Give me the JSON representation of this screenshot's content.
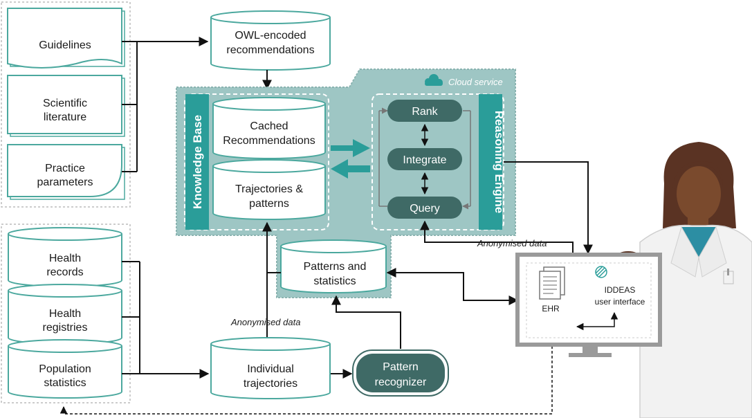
{
  "colors": {
    "teal": "#2a9d99",
    "teal_light": "#5fb5ae",
    "cloud_bg": "#9ec6c4",
    "dark_pill": "#3f6a66",
    "doc_border": "#4ba89e",
    "line": "#111111"
  },
  "sources": {
    "guidelines": "Guidelines",
    "sci_lit": [
      "Scientific",
      "literature"
    ],
    "practice": [
      "Practice",
      "parameters"
    ],
    "health_records": [
      "Health",
      "records"
    ],
    "health_registries": [
      "Health",
      "registries"
    ],
    "population": [
      "Population",
      "statistics"
    ]
  },
  "cloud": {
    "label": "Cloud service",
    "owl": [
      "OWL-encoded",
      "recommendations"
    ],
    "knowledge_base": "Knowledge Base",
    "cached": [
      "Cached",
      "Recommendations"
    ],
    "trajectories": [
      "Trajectories &",
      "patterns"
    ],
    "reasoning_engine": "Reasoning Engine",
    "rank": "Rank",
    "integrate": "Integrate",
    "query": "Query",
    "patterns_stats": [
      "Patterns and",
      "statistics"
    ]
  },
  "bottom": {
    "individual": [
      "Individual",
      "trajectories"
    ],
    "pattern_recognizer": [
      "Pattern",
      "recognizer"
    ],
    "anon_left": "Anonymised data",
    "anon_right": "Anonymised data"
  },
  "monitor": {
    "ehr": "EHR",
    "iddeas": "IDDEAS",
    "ui": "user interface"
  }
}
